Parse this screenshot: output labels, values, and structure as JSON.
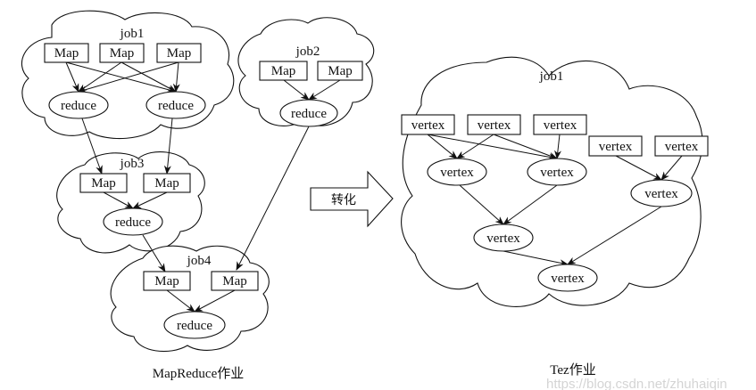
{
  "mapreduce": {
    "caption": "MapReduce作业",
    "jobs": [
      {
        "id": "job1",
        "label": "job1",
        "maps": [
          "Map",
          "Map",
          "Map"
        ],
        "reduces": [
          "reduce",
          "reduce"
        ]
      },
      {
        "id": "job2",
        "label": "job2",
        "maps": [
          "Map",
          "Map"
        ],
        "reduces": [
          "reduce"
        ]
      },
      {
        "id": "job3",
        "label": "job3",
        "maps": [
          "Map",
          "Map"
        ],
        "reduces": [
          "reduce"
        ]
      },
      {
        "id": "job4",
        "label": "job4",
        "maps": [
          "Map",
          "Map"
        ],
        "reduces": [
          "reduce"
        ]
      }
    ],
    "edges": [
      [
        "job1.map0",
        "job1.reduce0"
      ],
      [
        "job1.map0",
        "job1.reduce1"
      ],
      [
        "job1.map1",
        "job1.reduce0"
      ],
      [
        "job1.map1",
        "job1.reduce1"
      ],
      [
        "job1.map2",
        "job1.reduce0"
      ],
      [
        "job1.map2",
        "job1.reduce1"
      ],
      [
        "job2.map0",
        "job2.reduce0"
      ],
      [
        "job2.map1",
        "job2.reduce0"
      ],
      [
        "job1.reduce0",
        "job3.map0"
      ],
      [
        "job1.reduce1",
        "job3.map1"
      ],
      [
        "job3.map0",
        "job3.reduce0"
      ],
      [
        "job3.map1",
        "job3.reduce0"
      ],
      [
        "job3.reduce0",
        "job4.map0"
      ],
      [
        "job2.reduce0",
        "job4.map1"
      ],
      [
        "job4.map0",
        "job4.reduce0"
      ],
      [
        "job4.map1",
        "job4.reduce0"
      ]
    ]
  },
  "transform": {
    "label": "转化"
  },
  "tez": {
    "caption": "Tez作业",
    "job_label": "job1",
    "vertex_label": "vertex",
    "vertices": [
      {
        "id": "v1",
        "kind": "box"
      },
      {
        "id": "v2",
        "kind": "box"
      },
      {
        "id": "v3",
        "kind": "box"
      },
      {
        "id": "v4",
        "kind": "box"
      },
      {
        "id": "v5",
        "kind": "box"
      },
      {
        "id": "e1",
        "kind": "ellipse"
      },
      {
        "id": "e2",
        "kind": "ellipse"
      },
      {
        "id": "e3",
        "kind": "ellipse"
      },
      {
        "id": "e4",
        "kind": "ellipse"
      },
      {
        "id": "e5",
        "kind": "ellipse"
      }
    ],
    "edges": [
      [
        "v1",
        "e1"
      ],
      [
        "v1",
        "e2"
      ],
      [
        "v2",
        "e1"
      ],
      [
        "v2",
        "e2"
      ],
      [
        "v3",
        "e2"
      ],
      [
        "v4",
        "e3"
      ],
      [
        "v5",
        "e3"
      ],
      [
        "e1",
        "e4"
      ],
      [
        "e2",
        "e4"
      ],
      [
        "e4",
        "e5"
      ],
      [
        "e3",
        "e5"
      ]
    ]
  },
  "watermark": "https://blog.csdn.net/zhuhaiqin"
}
